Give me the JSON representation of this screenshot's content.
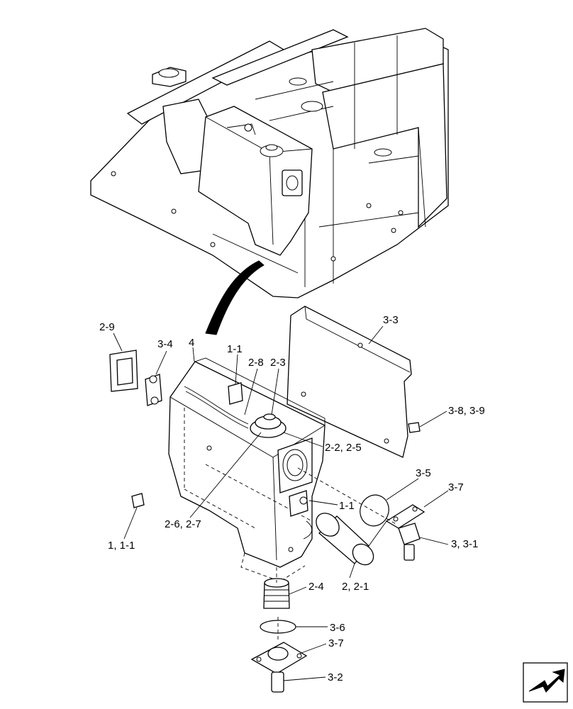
{
  "callouts": {
    "c_2_9": "2-9",
    "c_3_4": "3-4",
    "c_4": "4",
    "c_1_1_top": "1-1",
    "c_2_8": "2-8",
    "c_2_3": "2-3",
    "c_3_3": "3-3",
    "c_3_8_3_9": "3-8, 3-9",
    "c_2_2_2_5": "2-2, 2-5",
    "c_3_5": "3-5",
    "c_3_7_right": "3-7",
    "c_1_1_mid": "1-1",
    "c_2_6_2_7": "2-6, 2-7",
    "c_1_1_1": "1, 1-1",
    "c_3_3_1": "3, 3-1",
    "c_2_2_1": "2, 2-1",
    "c_2_4": "2-4",
    "c_3_6": "3-6",
    "c_3_7_bottom": "3-7",
    "c_3_2": "3-2"
  },
  "icons": {
    "nav_arrow": "return-arrow-icon"
  }
}
